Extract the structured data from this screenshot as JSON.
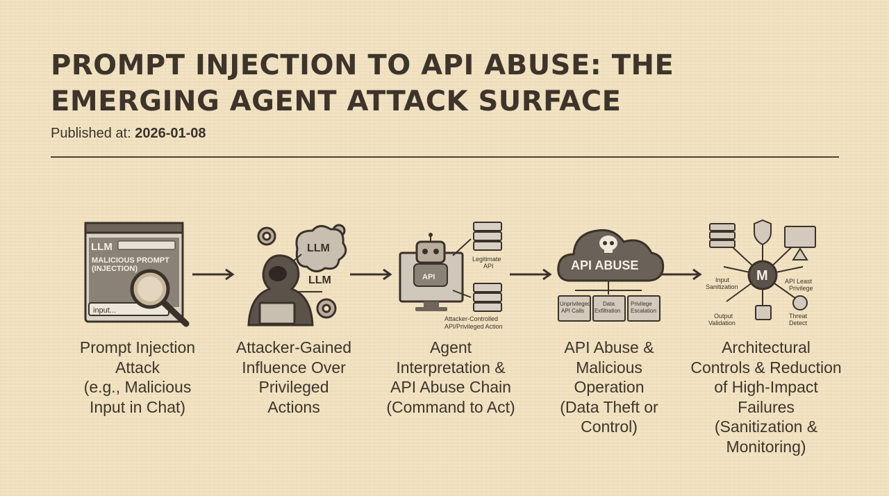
{
  "header": {
    "title": "PROMPT INJECTION TO API ABUSE: THE EMERGING AGENT ATTACK SURFACE",
    "published_label": "Published at:",
    "published_date": "2026-01-08"
  },
  "stages": [
    {
      "caption_lines": [
        "Prompt Injection",
        "Attack",
        "(e.g., Malicious",
        "Input in Chat)"
      ],
      "icon": "malicious-prompt-window-icon",
      "labels": {
        "app": "LLM",
        "warning": "MALICIOUS PROMPT",
        "warning_sub": "(INJECTION)",
        "input": "input..."
      }
    },
    {
      "caption_lines": [
        "Attacker-Gained",
        "Influence Over",
        "Privileged",
        "Actions"
      ],
      "icon": "hooded-attacker-icon",
      "labels": {
        "brain": "LLM",
        "node": "LLM"
      }
    },
    {
      "caption_lines": [
        "Agent",
        "Interpretation &",
        "API Abuse Chain",
        "(Command to Act)"
      ],
      "icon": "robot-agent-icon",
      "labels": {
        "screen": "API",
        "legit": "Legitimate",
        "legit_sub": "API",
        "attacker": "Attacker-Controlled",
        "attacker_sub": "API/Privileged Action"
      }
    },
    {
      "caption_lines": [
        "API Abuse &",
        "Malicious",
        "Operation",
        "(Data Theft or",
        "Control)"
      ],
      "icon": "api-abuse-cloud-icon",
      "labels": {
        "cloud": "API ABUSE",
        "folder1": "Unprivileged",
        "folder1_sub": "API Calls",
        "folder2": "Data",
        "folder2_sub": "Exfiltration",
        "folder3": "Privilege",
        "folder3_sub": "Escalation"
      }
    },
    {
      "caption_lines": [
        "Architectural",
        "Controls & Reduction",
        "of High-Impact",
        "Failures",
        "(Sanitization &",
        "Monitoring)"
      ],
      "icon": "security-controls-hub-icon",
      "labels": {
        "hub": "M",
        "input": "Input",
        "input_sub": "Sanitization",
        "least": "API Least",
        "least_sub": "Privilege",
        "output": "Output",
        "output_sub": "Validation",
        "threat": "Threat",
        "threat_sub": "Detect"
      }
    }
  ],
  "colors": {
    "ink": "#3d342b",
    "background": "#f2e3c2",
    "panel": "#d9d2c6"
  }
}
